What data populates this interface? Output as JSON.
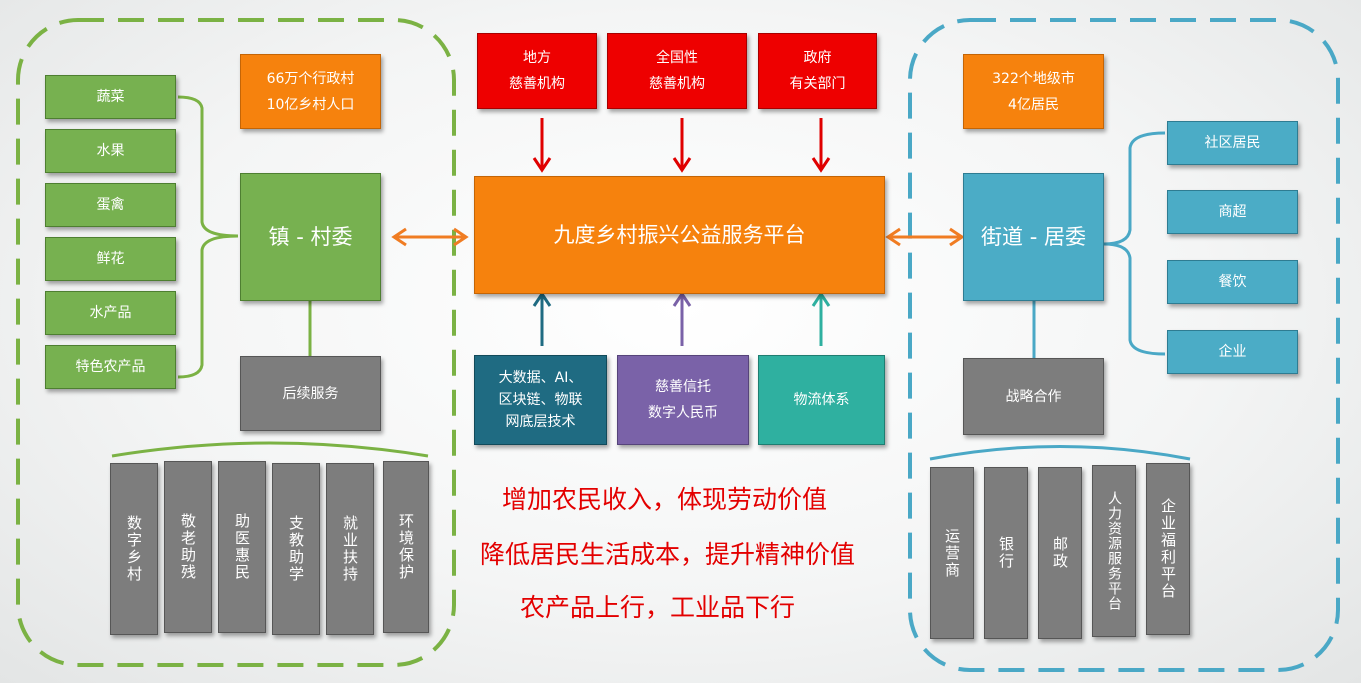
{
  "left": {
    "products": [
      "蔬菜",
      "水果",
      "蛋禽",
      "鲜花",
      "水产品",
      "特色农产品"
    ],
    "stats": "66万个行政村\n10亿乡村人口",
    "hub": "镇 - 村委",
    "service": "后续服务",
    "columns": [
      "数字乡村",
      "敬老助残",
      "助医惠民",
      "支教助学",
      "就业扶持",
      "环境保护"
    ]
  },
  "top": {
    "sources": [
      "地方\n慈善机构",
      "全国性\n慈善机构",
      "政府\n有关部门"
    ]
  },
  "platform": {
    "title": "九度乡村振兴公益服务平台"
  },
  "support": {
    "items": [
      "大数据、AI、\n区块链、物联\n网底层技术",
      "慈善信托\n数字人民币",
      "物流体系"
    ]
  },
  "slogans": [
    "增加农民收入，体现劳动价值",
    "降低居民生活成本，提升精神价值",
    "农产品上行，工业品下行"
  ],
  "right": {
    "stats": "322个地级市\n4亿居民",
    "hub": "街道 - 居委",
    "consumers": [
      "社区居民",
      "商超",
      "餐饮",
      "企业"
    ],
    "partner": "战略合作",
    "columns": [
      "运营商",
      "银行",
      "邮政",
      "人力资源服务平台",
      "企业福利平台"
    ]
  },
  "colors": {
    "green": "#77b150",
    "orange": "#f6820d",
    "red": "#ee0000",
    "gray": "#7d7d7d",
    "blue": "#4bacc6",
    "teal": "#1f6b82",
    "purple": "#7a62a8",
    "cyan": "#2fb0a0",
    "slogan": "#e30000"
  }
}
